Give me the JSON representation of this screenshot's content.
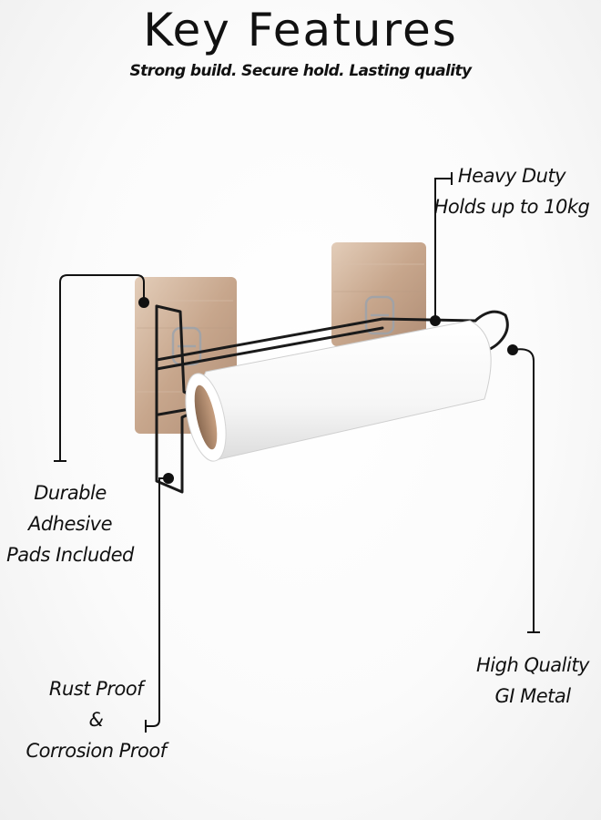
{
  "header": {
    "title": "Key Features",
    "subtitle": "Strong build. Secure hold. Lasting quality"
  },
  "features": {
    "heavy_duty": {
      "line1": "Heavy Duty",
      "line2": "Holds up to 10kg"
    },
    "adhesive": {
      "line1": "Durable",
      "line2": "Adhesive",
      "line3": "Pads Included"
    },
    "quality": {
      "line1": "High Quality",
      "line2": "GI Metal"
    },
    "rust": {
      "line1": "Rust Proof",
      "line2": "&",
      "line3": "Corrosion Proof"
    }
  },
  "colors": {
    "text": "#111111",
    "callout_line": "#111111",
    "pad": "#c9a98f",
    "roll": "#ffffff",
    "rack": "#1a1a1a"
  }
}
